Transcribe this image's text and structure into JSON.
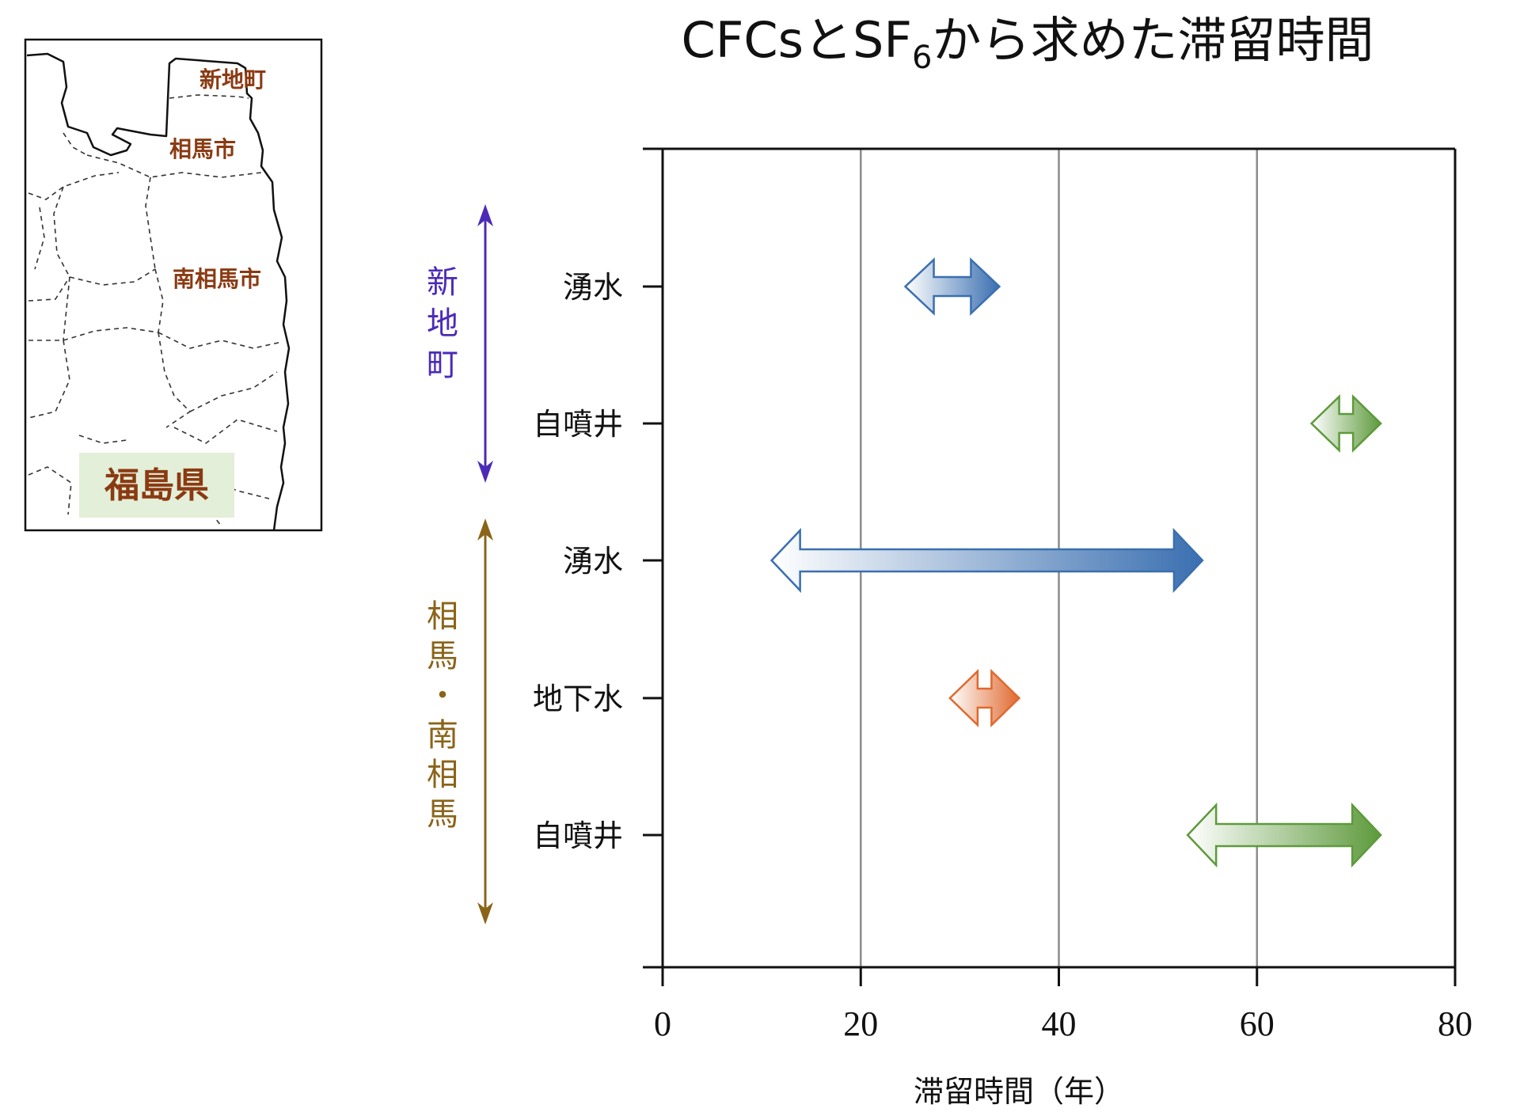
{
  "map": {
    "labels": {
      "shinchi": "新地町",
      "soma": "相馬市",
      "minamisoma": "南相馬市",
      "prefecture": "福島県"
    },
    "colors": {
      "label": "#8a3a12",
      "prefecture_bg": "#e3efd8"
    }
  },
  "chart_data": {
    "type": "range-arrow",
    "title": {
      "main": "CFCsとSF",
      "sub": "6",
      "rest": "から求めた滞留時間"
    },
    "xlabel": "滞留時間（年）",
    "xlim": [
      0,
      80
    ],
    "xticks": [
      0,
      20,
      40,
      60,
      80
    ],
    "grid_x": [
      20,
      40,
      60
    ],
    "categories": [
      "湧水",
      "自噴井",
      "湧水",
      "地下水",
      "自噴井"
    ],
    "groups": [
      {
        "name": "新地町",
        "chars": [
          "新",
          "地",
          "町"
        ],
        "color": "#4b2ab8",
        "rows": [
          0,
          1
        ]
      },
      {
        "name": "相馬・南相馬",
        "chars": [
          "相",
          "馬",
          "・",
          "南",
          "相",
          "馬"
        ],
        "color": "#8a6418",
        "rows": [
          2,
          3,
          4
        ]
      }
    ],
    "ranges": [
      {
        "category": "湧水",
        "min": 24.5,
        "max": 34,
        "color": "#3a6fb0"
      },
      {
        "category": "自噴井",
        "min": 65.5,
        "max": 72.5,
        "color": "#5e9a3c"
      },
      {
        "category": "湧水",
        "min": 11,
        "max": 54.5,
        "color": "#3a6fb0"
      },
      {
        "category": "地下水",
        "min": 29,
        "max": 36,
        "color": "#e0692f"
      },
      {
        "category": "自噴井",
        "min": 53,
        "max": 72.5,
        "color": "#5e9a3c"
      }
    ]
  }
}
